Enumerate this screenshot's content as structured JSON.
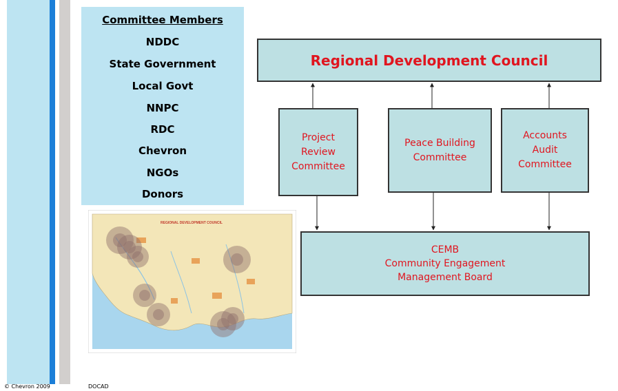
{
  "committee": {
    "title": "Committee Members",
    "members": [
      "NDDC",
      "State Government",
      "Local Govt",
      "NNPC",
      "RDC",
      "Chevron",
      "NGOs",
      "Donors"
    ]
  },
  "diagram": {
    "council": "Regional Development Council",
    "project_review": "Project\nReview\nCommittee",
    "peace_building": "Peace Building\nCommittee",
    "accounts_audit": "Accounts\nAudit\nCommittee",
    "cemb": "CEMB\nCommunity Engagement\nManagement Board"
  },
  "map": {
    "title": "REGIONAL DEVELOPMENT COUNCIL"
  },
  "footer": {
    "copyright": "© Chevron 2009",
    "org": "DOCAD"
  },
  "colors": {
    "panel": "#bde4f2",
    "box_fill": "#bde0e3",
    "label_red": "#e0151f",
    "accent_blue": "#1b7fd8"
  }
}
